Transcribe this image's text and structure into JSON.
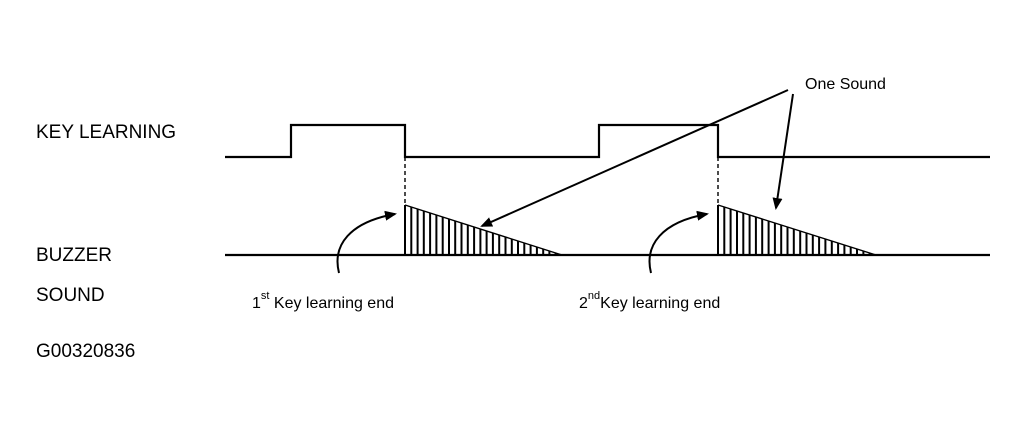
{
  "labels": {
    "key_learning": "KEY LEARNING",
    "buzzer": "BUZZER",
    "sound": "SOUND",
    "one_sound": "One Sound",
    "first_number": "1",
    "first_suffix": "st",
    "first_text": " Key learning end",
    "second_number": "2",
    "second_suffix": "nd",
    "second_text": "Key learning end",
    "figure_code": "G00320836"
  }
}
